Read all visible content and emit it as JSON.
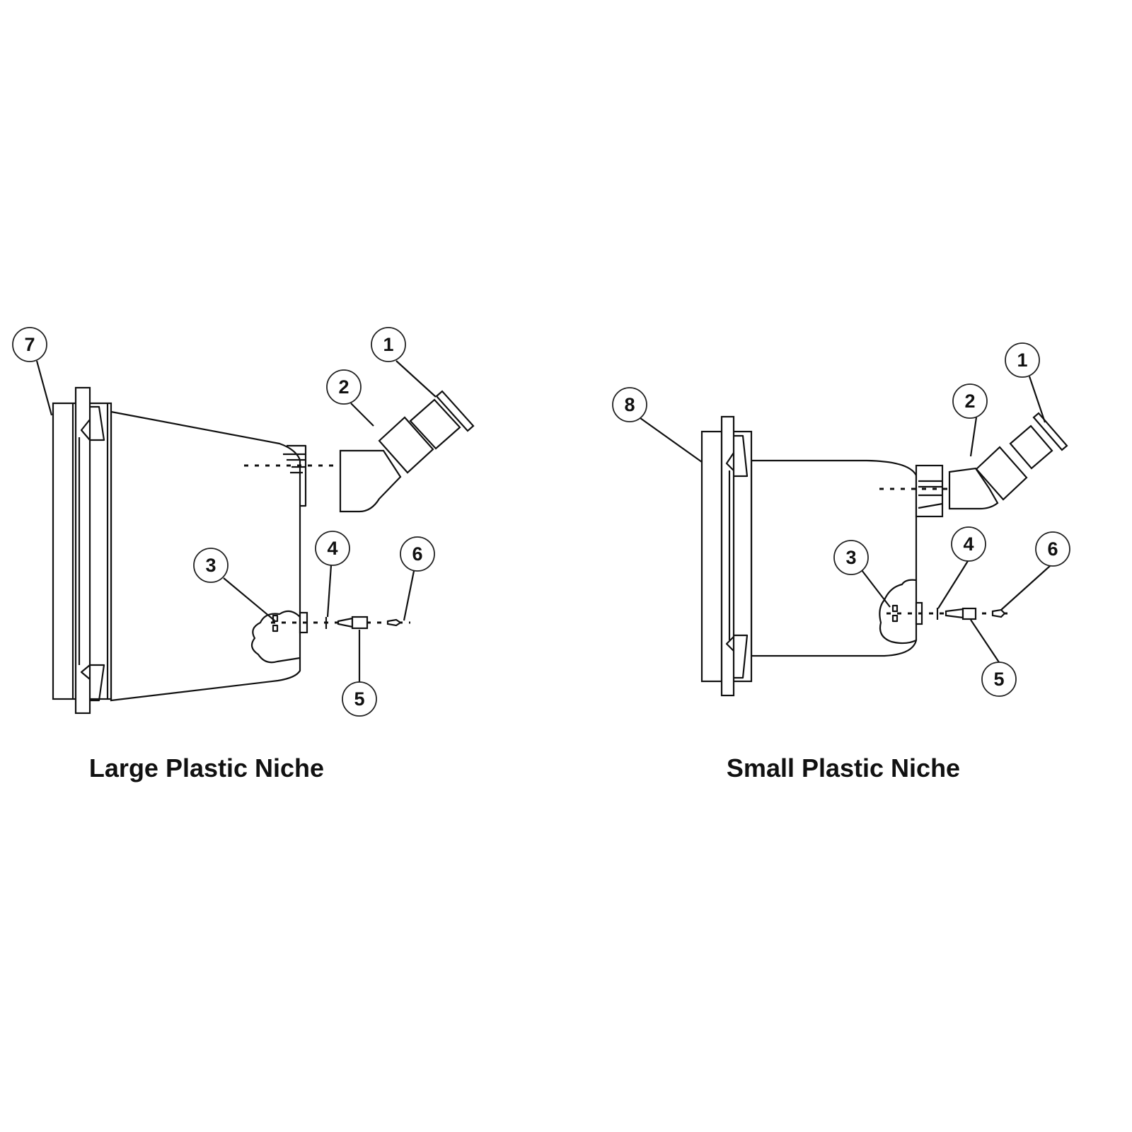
{
  "large_niche": {
    "title": "Large Plastic Niche",
    "callouts": [
      "7",
      "1",
      "2",
      "3",
      "4",
      "5",
      "6"
    ]
  },
  "small_niche": {
    "title": "Small Plastic Niche",
    "callouts": [
      "8",
      "1",
      "2",
      "3",
      "4",
      "5",
      "6"
    ]
  }
}
